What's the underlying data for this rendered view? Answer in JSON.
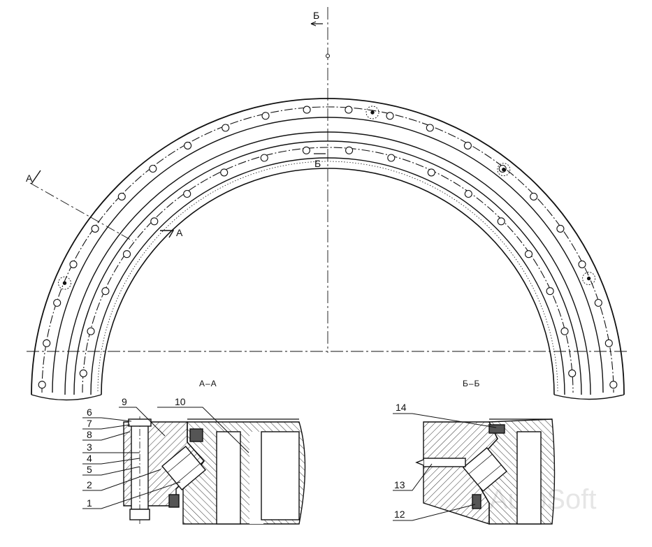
{
  "section_marks": {
    "a_top": "А",
    "a_bottom": "А",
    "b_top": "Б",
    "b_bottom": "Б"
  },
  "views": {
    "aa_title": "А–А",
    "bb_title": "Б–Б"
  },
  "aa_callouts": [
    "1",
    "2",
    "3",
    "4",
    "5",
    "6",
    "7",
    "8",
    "9",
    "10"
  ],
  "bb_callouts": [
    "12",
    "13",
    "14"
  ],
  "watermark": "AutoSoft",
  "colors": {
    "line": "#111111",
    "hatch": "#333333"
  }
}
